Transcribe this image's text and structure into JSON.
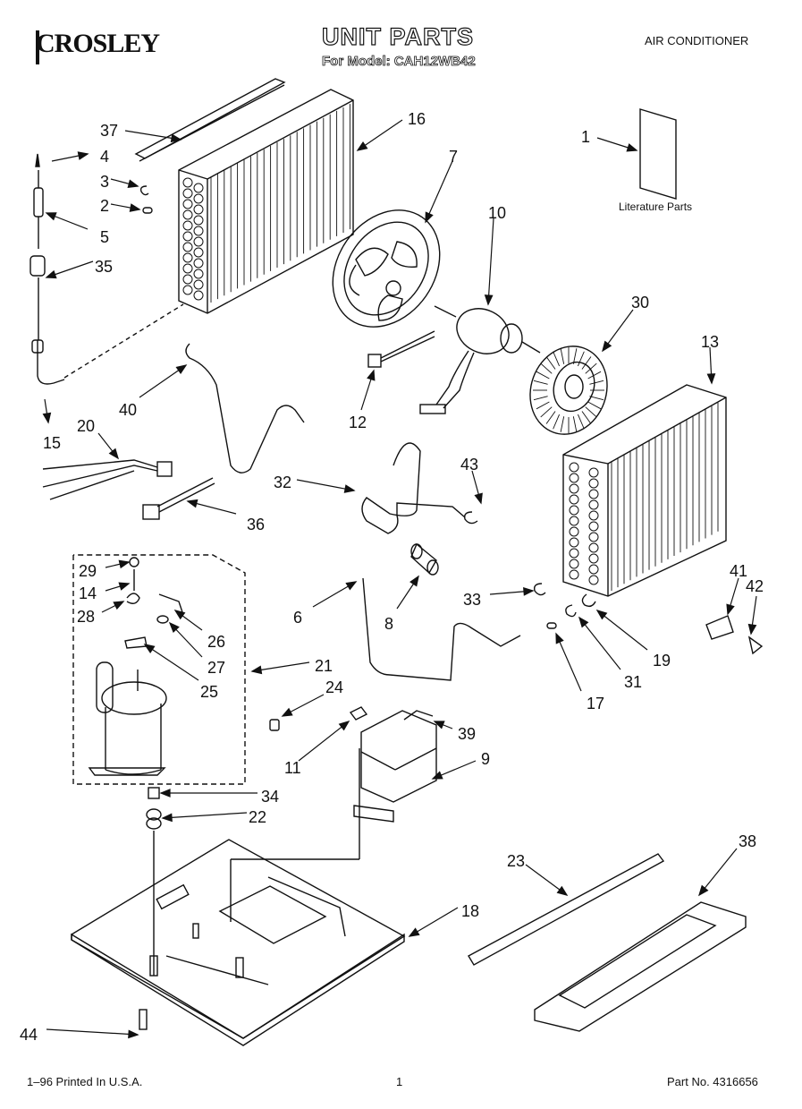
{
  "header": {
    "brand": "CROSLEY",
    "title": "UNIT PARTS",
    "model_line": "For Model: CAH12WB42",
    "category": "AIR CONDITIONER"
  },
  "literature_label": "Literature Parts",
  "callouts": [
    "37",
    "4",
    "3",
    "2",
    "5",
    "35",
    "15",
    "16",
    "7",
    "1",
    "10",
    "30",
    "13",
    "40",
    "12",
    "20",
    "36",
    "32",
    "43",
    "29",
    "14",
    "28",
    "26",
    "27",
    "25",
    "21",
    "6",
    "8",
    "33",
    "41",
    "42",
    "19",
    "31",
    "17",
    "24",
    "39",
    "11",
    "9",
    "34",
    "22",
    "23",
    "38",
    "18",
    "44"
  ],
  "footer": {
    "left": "1–96 Printed In U.S.A.",
    "center": "1",
    "right": "Part No. 4316656"
  }
}
